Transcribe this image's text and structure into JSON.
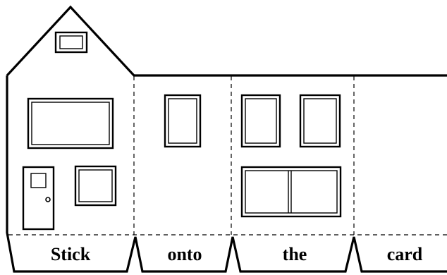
{
  "tabs": [
    {
      "label": "Stick"
    },
    {
      "label": "onto"
    },
    {
      "label": "the"
    },
    {
      "label": "card"
    }
  ]
}
